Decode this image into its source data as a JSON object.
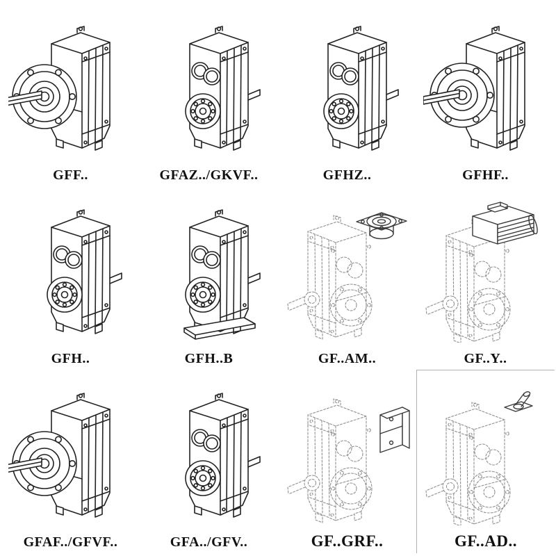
{
  "page": {
    "background": "#ffffff",
    "kind": "gear-reducer-configuration-catalog"
  },
  "colors": {
    "line": "#222222",
    "dashed_line": "#8f8f8f",
    "label_text": "#111111",
    "cell_border": "#b0b0b0"
  },
  "grid": {
    "columns": 4,
    "rows": 3,
    "items": [
      {
        "label": "GFF..",
        "drawing": "gearbox-flange-output-icon",
        "style": "solid"
      },
      {
        "label": "GFAZ../GKVF..",
        "drawing": "gearbox-hollow-shaft-icon",
        "style": "solid"
      },
      {
        "label": "GFHZ..",
        "drawing": "gearbox-hollow-shaft-icon",
        "style": "solid"
      },
      {
        "label": "GFHF..",
        "drawing": "gearbox-flange-output-icon",
        "style": "solid"
      },
      {
        "label": "GFH..",
        "drawing": "gearbox-hollow-shaft-icon",
        "style": "solid"
      },
      {
        "label": "GFH..B",
        "drawing": "gearbox-foot-mounted-icon",
        "style": "solid"
      },
      {
        "label": "GF..AM..",
        "drawing": "gearbox-motor-flange-adapter-icon",
        "style": "dashed"
      },
      {
        "label": "GF..Y..",
        "drawing": "gearbox-with-motor-icon",
        "style": "dashed"
      },
      {
        "label": "GFAF../GFVF..",
        "drawing": "gearbox-flange-output-icon",
        "style": "solid"
      },
      {
        "label": "GFA../GFV..",
        "drawing": "gearbox-hollow-shaft-icon",
        "style": "solid"
      },
      {
        "label": "GF..GRF..",
        "drawing": "gearbox-speed-variator-icon",
        "style": "dashed"
      },
      {
        "label": "GF..AD..",
        "drawing": "gearbox-input-shaft-adapter-icon",
        "style": "dashed"
      }
    ]
  }
}
